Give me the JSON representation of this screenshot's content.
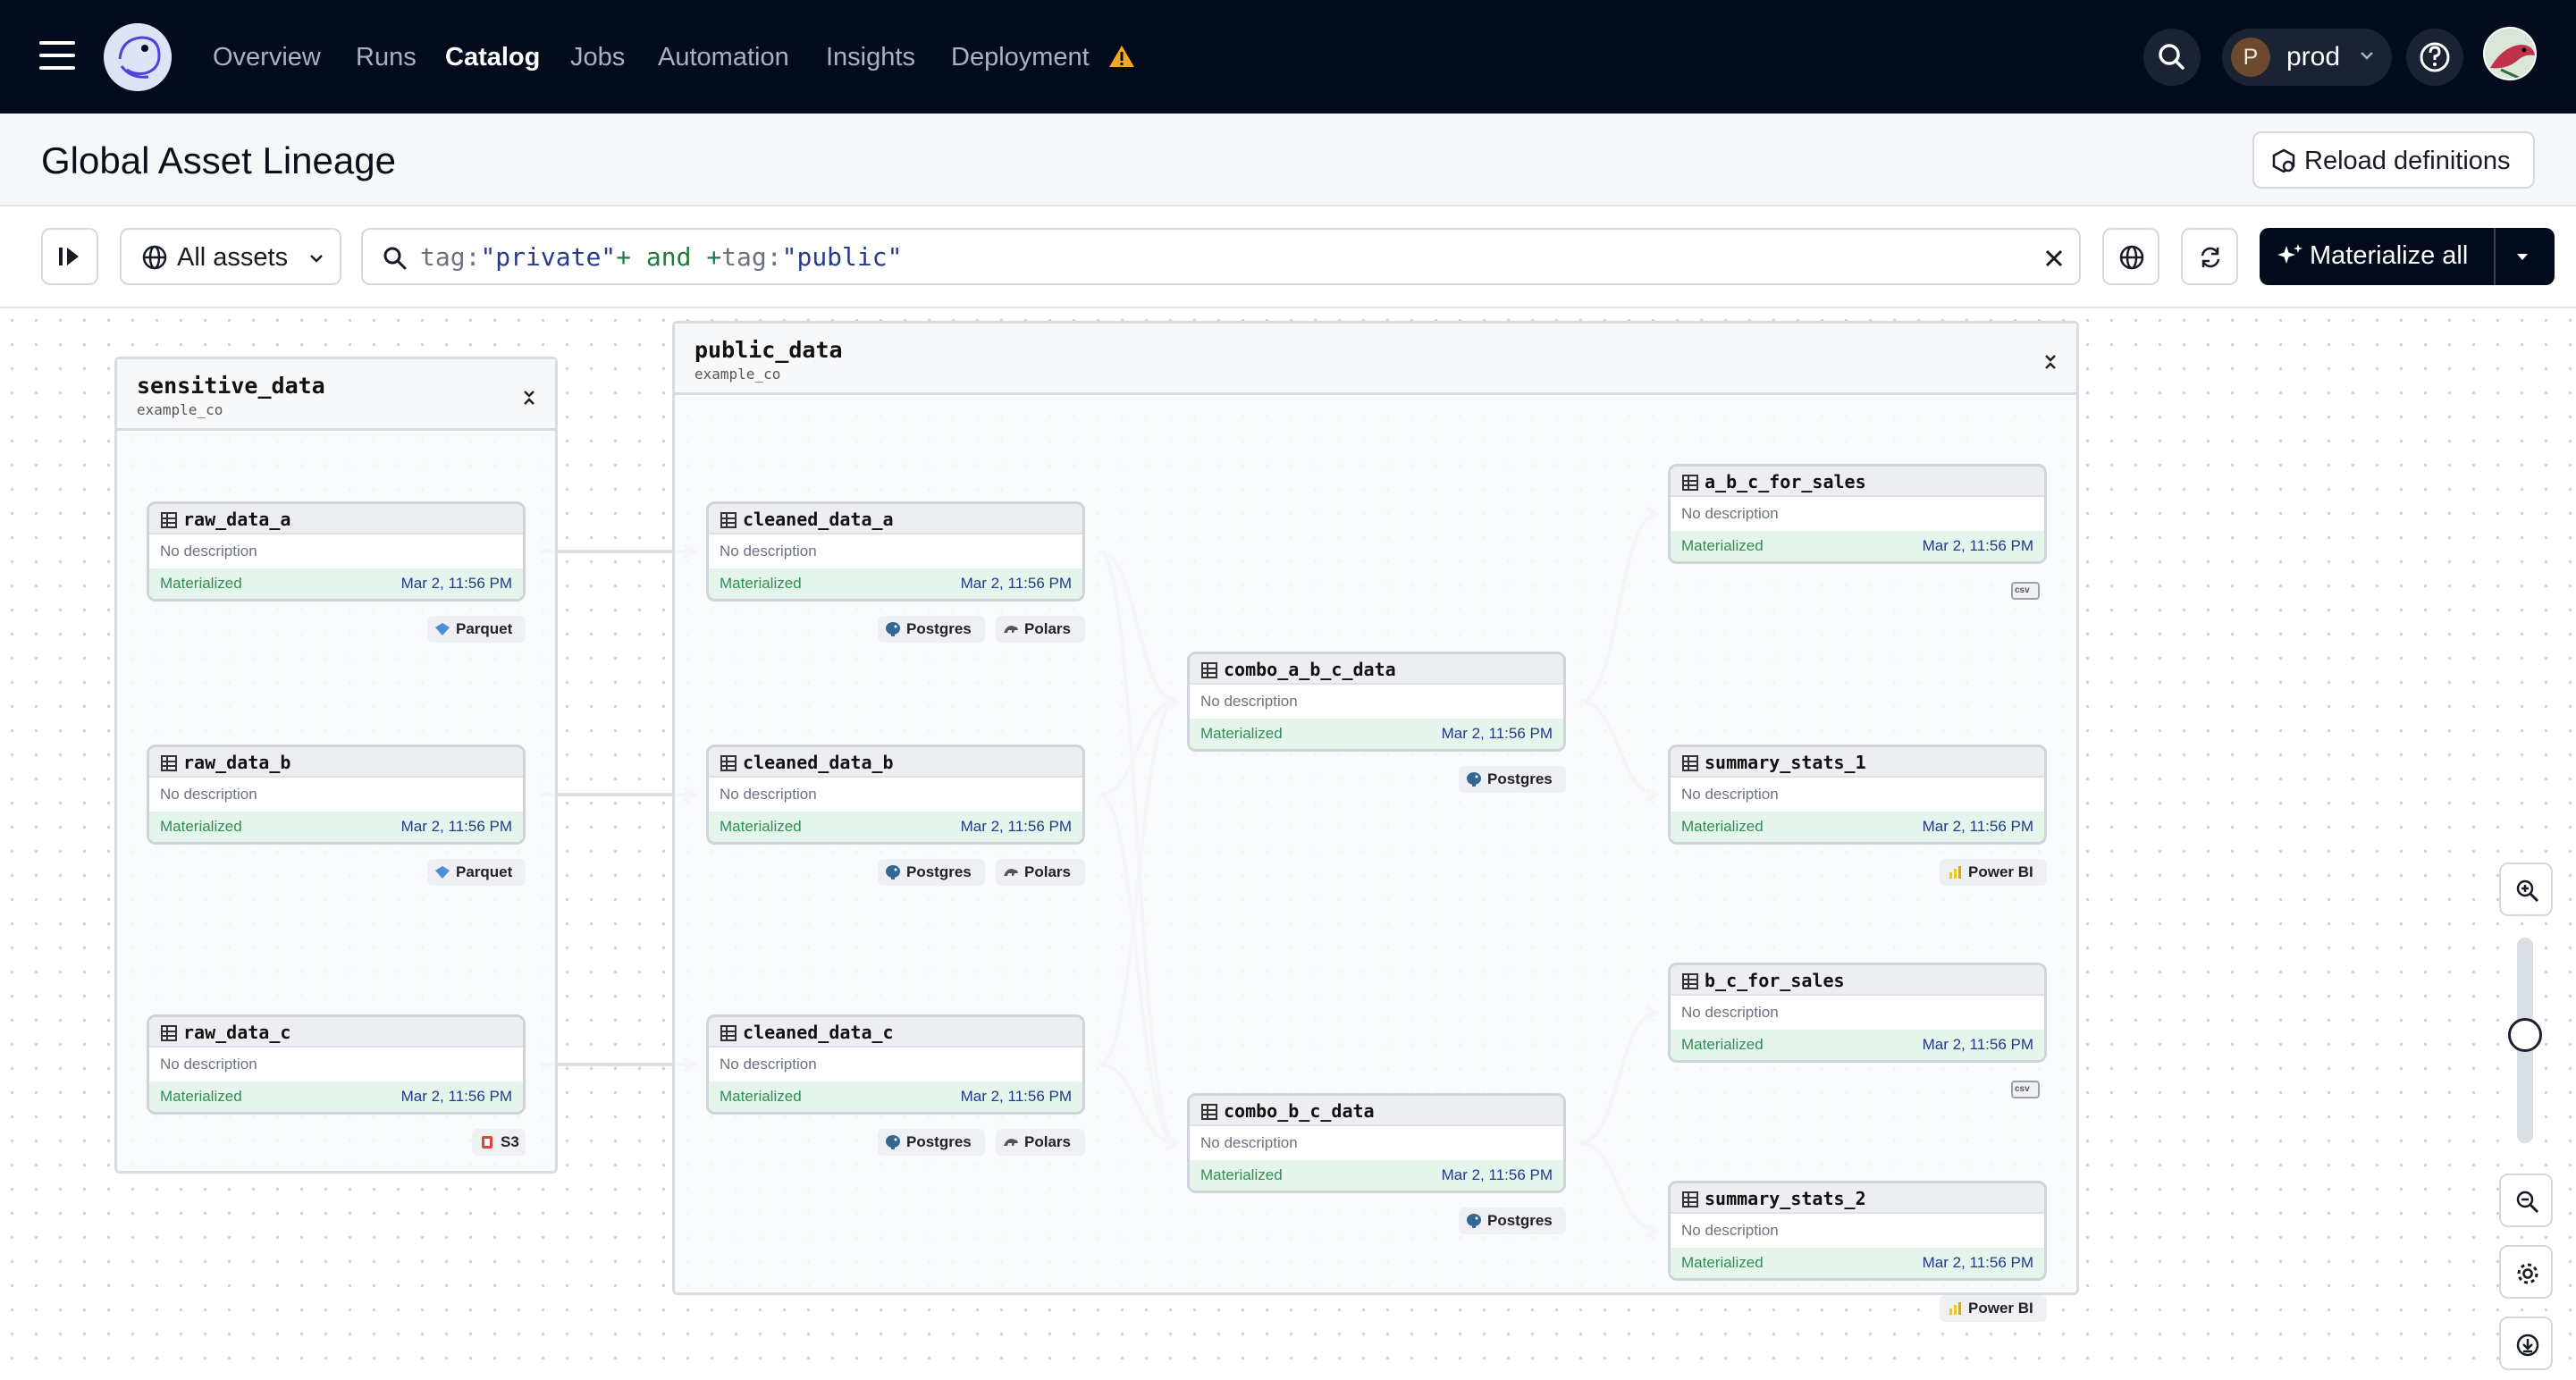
{
  "nav": {
    "items": [
      "Overview",
      "Runs",
      "Catalog",
      "Jobs",
      "Automation",
      "Insights",
      "Deployment"
    ],
    "active": "Catalog",
    "environment": {
      "initial": "P",
      "name": "prod"
    }
  },
  "header": {
    "title": "Global Asset Lineage",
    "reload_label": "Reload definitions"
  },
  "toolbar": {
    "asset_scope": "All assets",
    "query": {
      "parts": [
        {
          "text": "tag:",
          "kind": "kw"
        },
        {
          "text": "\"private\"",
          "kind": "str"
        },
        {
          "text": "+ ",
          "kind": "op"
        },
        {
          "text": "and ",
          "kind": "op"
        },
        {
          "text": "+",
          "kind": "op"
        },
        {
          "text": "tag:",
          "kind": "kw"
        },
        {
          "text": "\"public\"",
          "kind": "str"
        }
      ]
    },
    "materialize_label": "Materialize all"
  },
  "groups": [
    {
      "id": "sensitive",
      "name": "sensitive_data",
      "location": "example_co"
    },
    {
      "id": "public",
      "name": "public_data",
      "location": "example_co"
    }
  ],
  "assets": [
    {
      "id": "raw_a",
      "name": "raw_data_a",
      "description": "No description",
      "status": "Materialized",
      "timestamp": "Mar 2, 11:56 PM",
      "tags": [
        "Parquet"
      ]
    },
    {
      "id": "raw_b",
      "name": "raw_data_b",
      "description": "No description",
      "status": "Materialized",
      "timestamp": "Mar 2, 11:56 PM",
      "tags": [
        "Parquet"
      ]
    },
    {
      "id": "raw_c",
      "name": "raw_data_c",
      "description": "No description",
      "status": "Materialized",
      "timestamp": "Mar 2, 11:56 PM",
      "tags": [
        "S3"
      ]
    },
    {
      "id": "clean_a",
      "name": "cleaned_data_a",
      "description": "No description",
      "status": "Materialized",
      "timestamp": "Mar 2, 11:56 PM",
      "tags": [
        "Postgres",
        "Polars"
      ]
    },
    {
      "id": "clean_b",
      "name": "cleaned_data_b",
      "description": "No description",
      "status": "Materialized",
      "timestamp": "Mar 2, 11:56 PM",
      "tags": [
        "Postgres",
        "Polars"
      ]
    },
    {
      "id": "clean_c",
      "name": "cleaned_data_c",
      "description": "No description",
      "status": "Materialized",
      "timestamp": "Mar 2, 11:56 PM",
      "tags": [
        "Postgres",
        "Polars"
      ]
    },
    {
      "id": "combo_abc",
      "name": "combo_a_b_c_data",
      "description": "No description",
      "status": "Materialized",
      "timestamp": "Mar 2, 11:56 PM",
      "tags": [
        "Postgres"
      ]
    },
    {
      "id": "combo_bc",
      "name": "combo_b_c_data",
      "description": "No description",
      "status": "Materialized",
      "timestamp": "Mar 2, 11:56 PM",
      "tags": [
        "Postgres"
      ]
    },
    {
      "id": "abc_sales",
      "name": "a_b_c_for_sales",
      "description": "No description",
      "status": "Materialized",
      "timestamp": "Mar 2, 11:56 PM",
      "tags": [
        "csv"
      ]
    },
    {
      "id": "stats_1",
      "name": "summary_stats_1",
      "description": "No description",
      "status": "Materialized",
      "timestamp": "Mar 2, 11:56 PM",
      "tags": [
        "Power BI"
      ]
    },
    {
      "id": "bc_sales",
      "name": "b_c_for_sales",
      "description": "No description",
      "status": "Materialized",
      "timestamp": "Mar 2, 11:56 PM",
      "tags": [
        "csv"
      ]
    },
    {
      "id": "stats_2",
      "name": "summary_stats_2",
      "description": "No description",
      "status": "Materialized",
      "timestamp": "Mar 2, 11:56 PM",
      "tags": [
        "Power BI"
      ]
    }
  ],
  "edges": [
    [
      "raw_a",
      "clean_a"
    ],
    [
      "raw_b",
      "clean_b"
    ],
    [
      "raw_c",
      "clean_c"
    ],
    [
      "clean_a",
      "combo_abc"
    ],
    [
      "clean_b",
      "combo_abc"
    ],
    [
      "clean_c",
      "combo_abc"
    ],
    [
      "clean_b",
      "combo_bc"
    ],
    [
      "clean_c",
      "combo_bc"
    ],
    [
      "clean_a",
      "combo_bc"
    ],
    [
      "combo_abc",
      "abc_sales"
    ],
    [
      "combo_abc",
      "stats_1"
    ],
    [
      "combo_bc",
      "bc_sales"
    ],
    [
      "combo_bc",
      "stats_2"
    ]
  ],
  "tag_colors": {
    "Parquet": "#4a90d9",
    "S3": "#d9483b",
    "Postgres": "#336791",
    "Polars": "#555555",
    "Power BI": "#f2c811"
  },
  "icons": [
    "menu-icon",
    "dagster-logo",
    "warning-icon",
    "search-icon",
    "chevron-down-icon",
    "help-icon",
    "reload-icon",
    "sidebar-toggle-icon",
    "globe-icon",
    "close-icon",
    "refresh-icon",
    "sparkle-icon",
    "table-icon",
    "collapse-icon",
    "zoom-in-icon",
    "zoom-out-icon",
    "settings-icon",
    "download-icon"
  ]
}
